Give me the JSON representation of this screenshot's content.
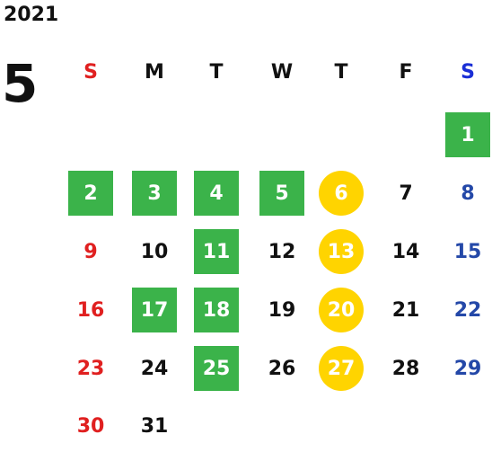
{
  "year": "2021",
  "month": "5",
  "colors": {
    "sunday": "#e02020",
    "saturday": "#2448a8",
    "saturday_header": "#1a2fd6",
    "weekday": "#111111",
    "green_highlight": "#3bb34a",
    "yellow_highlight": "#ffd400"
  },
  "weekdays": [
    "S",
    "M",
    "T",
    "W",
    "T",
    "F",
    "S"
  ],
  "weeks": [
    [
      {
        "d": ""
      },
      {
        "d": ""
      },
      {
        "d": ""
      },
      {
        "d": ""
      },
      {
        "d": ""
      },
      {
        "d": ""
      },
      {
        "d": "1",
        "hl": "green"
      }
    ],
    [
      {
        "d": "2",
        "hl": "green"
      },
      {
        "d": "3",
        "hl": "green"
      },
      {
        "d": "4",
        "hl": "green"
      },
      {
        "d": "5",
        "hl": "green"
      },
      {
        "d": "6",
        "hl": "yellow"
      },
      {
        "d": "7"
      },
      {
        "d": "8"
      }
    ],
    [
      {
        "d": "9"
      },
      {
        "d": "10"
      },
      {
        "d": "11",
        "hl": "green"
      },
      {
        "d": "12"
      },
      {
        "d": "13",
        "hl": "yellow"
      },
      {
        "d": "14"
      },
      {
        "d": "15"
      }
    ],
    [
      {
        "d": "16"
      },
      {
        "d": "17",
        "hl": "green"
      },
      {
        "d": "18",
        "hl": "green"
      },
      {
        "d": "19"
      },
      {
        "d": "20",
        "hl": "yellow"
      },
      {
        "d": "21"
      },
      {
        "d": "22"
      }
    ],
    [
      {
        "d": "23"
      },
      {
        "d": "24"
      },
      {
        "d": "25",
        "hl": "green"
      },
      {
        "d": "26"
      },
      {
        "d": "27",
        "hl": "yellow"
      },
      {
        "d": "28"
      },
      {
        "d": "29"
      }
    ],
    [
      {
        "d": "30"
      },
      {
        "d": "31"
      },
      {
        "d": ""
      },
      {
        "d": ""
      },
      {
        "d": ""
      },
      {
        "d": ""
      },
      {
        "d": ""
      }
    ]
  ]
}
